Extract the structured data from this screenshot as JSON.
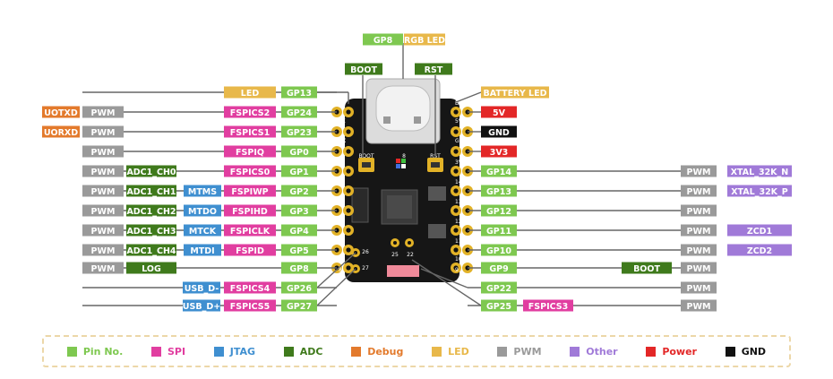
{
  "colors": {
    "gp": "#7ec850",
    "spi": "#e13ea0",
    "jtag": "#3f8fd0",
    "adc": "#3f7a1c",
    "debug": "#e37a2c",
    "led": "#e8b84a",
    "pwm": "#9a9a9a",
    "other": "#a07ad8",
    "power": "#e32727",
    "gnd": "#111111",
    "board": "#161616",
    "pad": "#e2b227",
    "wire": "#666666"
  },
  "top": {
    "gp8": "GP8",
    "rgb": "RGB LED",
    "boot": "BOOT",
    "rst": "RST"
  },
  "left_rows": [
    {
      "pin": "GP13",
      "fn": "LED",
      "fn_type": "led",
      "extra": []
    },
    {
      "pin": "GP24",
      "fn": "FSPICS2",
      "fn_type": "spi",
      "extra": [
        {
          "t": "UOTXD",
          "c": "debug"
        },
        {
          "t": "PWM",
          "c": "pwm"
        }
      ]
    },
    {
      "pin": "GP23",
      "fn": "FSPICS1",
      "fn_type": "spi",
      "extra": [
        {
          "t": "UORXD",
          "c": "debug"
        },
        {
          "t": "PWM",
          "c": "pwm"
        }
      ]
    },
    {
      "pin": "GP0",
      "fn": "FSPIQ",
      "fn_type": "spi",
      "extra": [
        {
          "t": "PWM",
          "c": "pwm"
        }
      ]
    },
    {
      "pin": "GP1",
      "fn": "FSPICS0",
      "fn_type": "spi",
      "extra": [
        {
          "t": "PWM",
          "c": "pwm"
        },
        {
          "t": "ADC1_CH0",
          "c": "adc"
        }
      ]
    },
    {
      "pin": "GP2",
      "fn": "FSPIWP",
      "fn_type": "spi",
      "extra": [
        {
          "t": "PWM",
          "c": "pwm"
        },
        {
          "t": "ADC1_CH1",
          "c": "adc"
        },
        {
          "t": "MTMS",
          "c": "jtag"
        }
      ]
    },
    {
      "pin": "GP3",
      "fn": "FSPIHD",
      "fn_type": "spi",
      "extra": [
        {
          "t": "PWM",
          "c": "pwm"
        },
        {
          "t": "ADC1_CH2",
          "c": "adc"
        },
        {
          "t": "MTDO",
          "c": "jtag"
        }
      ]
    },
    {
      "pin": "GP4",
      "fn": "FSPICLK",
      "fn_type": "spi",
      "extra": [
        {
          "t": "PWM",
          "c": "pwm"
        },
        {
          "t": "ADC1_CH3",
          "c": "adc"
        },
        {
          "t": "MTCK",
          "c": "jtag"
        }
      ]
    },
    {
      "pin": "GP5",
      "fn": "FSPID",
      "fn_type": "spi",
      "extra": [
        {
          "t": "PWM",
          "c": "pwm"
        },
        {
          "t": "ADC1_CH4",
          "c": "adc"
        },
        {
          "t": "MTDI",
          "c": "jtag"
        }
      ]
    },
    {
      "pin": "GP8",
      "fn": "",
      "fn_type": "",
      "extra": [
        {
          "t": "PWM",
          "c": "pwm"
        },
        {
          "t": "LOG",
          "c": "adc"
        }
      ]
    },
    {
      "pin": "GP26",
      "fn": "FSPICS4",
      "fn_type": "spi",
      "extra": [
        {
          "t": "USB_D-",
          "c": "jtag"
        }
      ]
    },
    {
      "pin": "GP27",
      "fn": "FSPICS5",
      "fn_type": "spi",
      "extra": [
        {
          "t": "USB_D+",
          "c": "jtag"
        }
      ]
    }
  ],
  "right_rows": [
    {
      "pin": "BATTERY LED",
      "pin_type": "led",
      "extra": []
    },
    {
      "pin": "5V",
      "pin_type": "power",
      "extra": []
    },
    {
      "pin": "GND",
      "pin_type": "gnd",
      "extra": []
    },
    {
      "pin": "3V3",
      "pin_type": "power",
      "extra": []
    },
    {
      "pin": "GP14",
      "pin_type": "gp",
      "extra": [
        {
          "t": "PWM",
          "c": "pwm"
        },
        {
          "t": "XTAL_32K_N",
          "c": "other"
        }
      ]
    },
    {
      "pin": "GP13",
      "pin_type": "gp",
      "extra": [
        {
          "t": "PWM",
          "c": "pwm"
        },
        {
          "t": "XTAL_32K_P",
          "c": "other"
        }
      ]
    },
    {
      "pin": "GP12",
      "pin_type": "gp",
      "extra": [
        {
          "t": "PWM",
          "c": "pwm"
        }
      ]
    },
    {
      "pin": "GP11",
      "pin_type": "gp",
      "extra": [
        {
          "t": "PWM",
          "c": "pwm"
        },
        {
          "t": "ZCD1",
          "c": "other"
        }
      ]
    },
    {
      "pin": "GP10",
      "pin_type": "gp",
      "extra": [
        {
          "t": "PWM",
          "c": "pwm"
        },
        {
          "t": "ZCD2",
          "c": "other"
        }
      ]
    },
    {
      "pin": "GP9",
      "pin_type": "gp",
      "extra": [
        {
          "t": "BOOT",
          "c": "adc"
        },
        {
          "t": "PWM",
          "c": "pwm"
        }
      ]
    },
    {
      "pin": "GP22",
      "pin_type": "gp",
      "extra": [
        {
          "t": "PWM",
          "c": "pwm"
        }
      ]
    },
    {
      "pin": "GP25",
      "pin_type": "gp",
      "extra": [
        {
          "t": "FSPICS3",
          "c": "spi"
        },
        {
          "t": "PWM",
          "c": "pwm"
        }
      ]
    }
  ],
  "board_labels": {
    "left_pins": [
      "13",
      "TX",
      "RX",
      "0",
      "1",
      "2",
      "3",
      "4",
      "5",
      "8"
    ],
    "right_pins": [
      "BAT",
      "5V",
      "GND",
      "3V3",
      "14",
      "13",
      "12",
      "11",
      "10",
      "9"
    ],
    "pads": [
      "25",
      "22",
      "26",
      "27"
    ],
    "boot": "BOOT",
    "rst": "RST",
    "led8": "8"
  },
  "legend": [
    {
      "label": "Pin No.",
      "color": "#7ec850",
      "text_color": "#7ec850"
    },
    {
      "label": "SPI",
      "color": "#e13ea0",
      "text_color": "#e13ea0"
    },
    {
      "label": "JTAG",
      "color": "#3f8fd0",
      "text_color": "#3f8fd0"
    },
    {
      "label": "ADC",
      "color": "#3f7a1c",
      "text_color": "#3f7a1c"
    },
    {
      "label": "Debug",
      "color": "#e37a2c",
      "text_color": "#e37a2c"
    },
    {
      "label": "LED",
      "color": "#e8b84a",
      "text_color": "#e8b84a"
    },
    {
      "label": "PWM",
      "color": "#9a9a9a",
      "text_color": "#9a9a9a"
    },
    {
      "label": "Other",
      "color": "#a07ad8",
      "text_color": "#a07ad8"
    },
    {
      "label": "Power",
      "color": "#e32727",
      "text_color": "#e32727"
    },
    {
      "label": "GND",
      "color": "#111111",
      "text_color": "#111111"
    }
  ]
}
